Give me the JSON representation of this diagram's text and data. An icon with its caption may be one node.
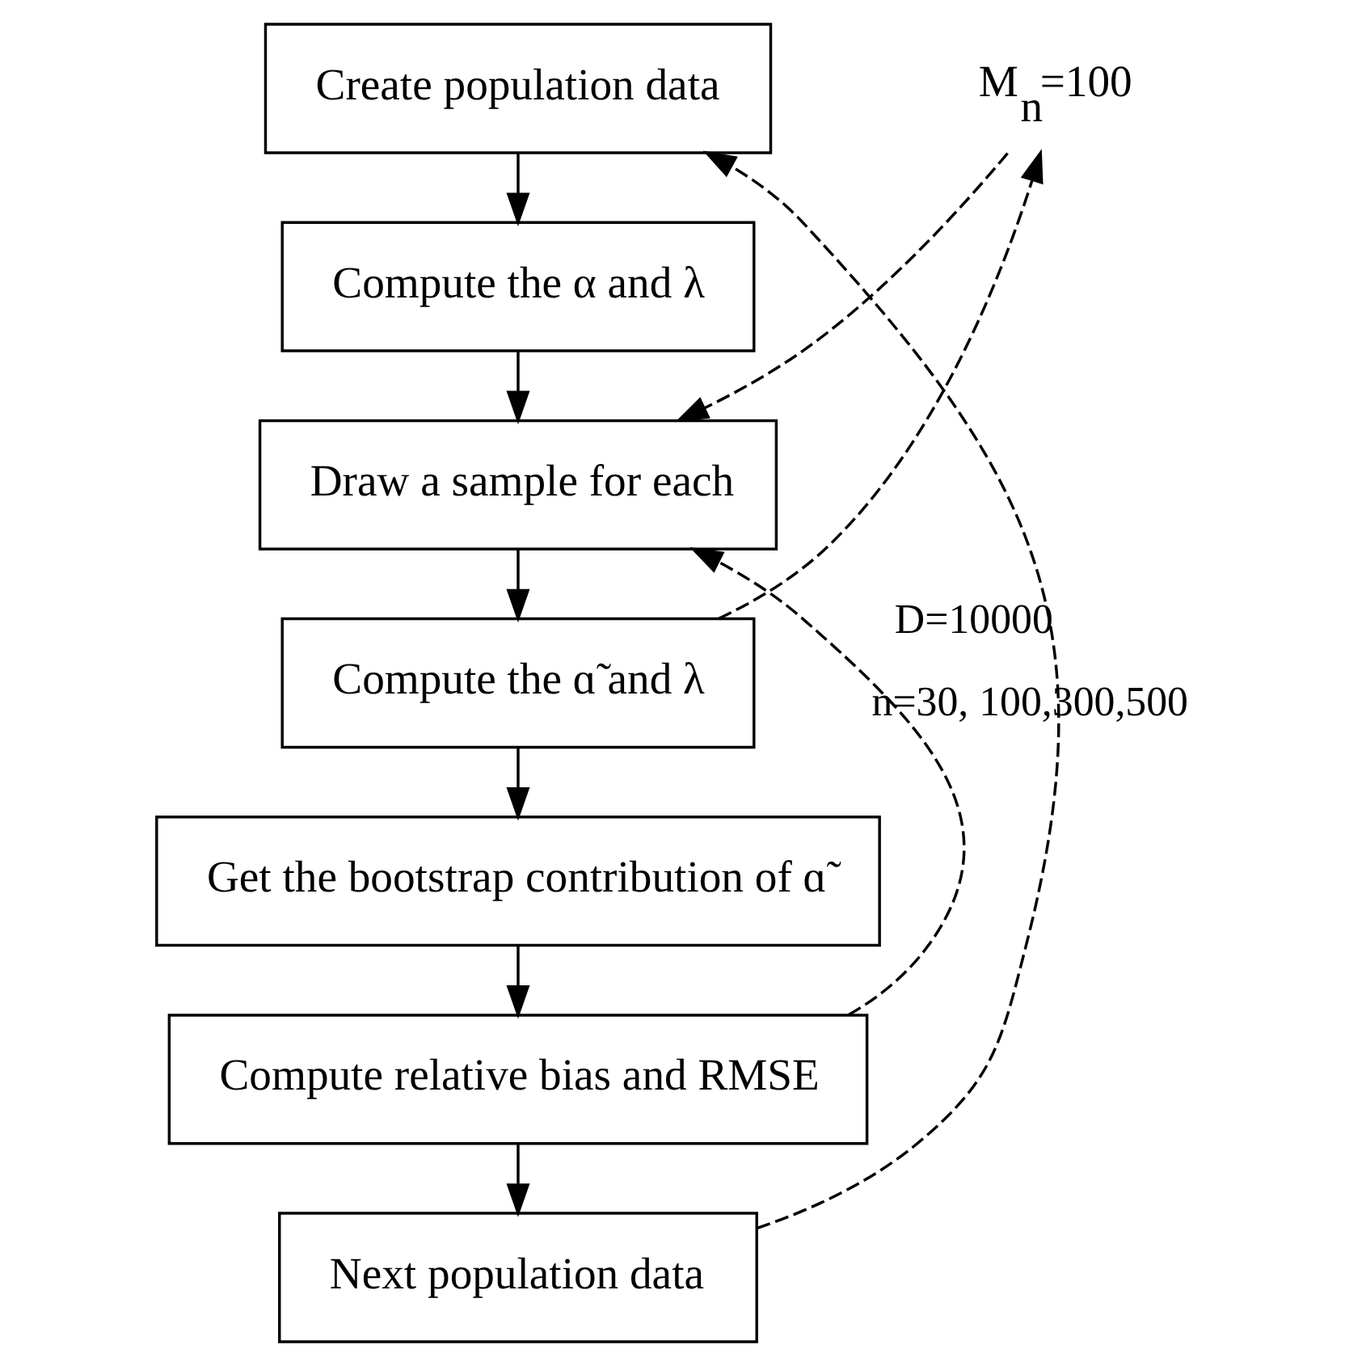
{
  "diagram": {
    "nodes": [
      {
        "text": [
          "Create population data"
        ]
      },
      {
        "text": [
          "Compute the α and λ"
        ]
      },
      {
        "text": [
          "Draw a sample for each"
        ]
      },
      {
        "text": [
          "Compute the ɑ̃ and λ"
        ]
      },
      {
        "text": [
          "Get the bootstrap contribution of ɑ̃"
        ]
      },
      {
        "text": [
          "Compute relative bias and RMSE"
        ]
      },
      {
        "text": [
          "Next population data"
        ]
      },
      {
        "text": [
          "M$_{n}$=100"
        ]
      }
    ],
    "edges": [
      {
        "from": 0,
        "to": 1,
        "arrow": "to"
      },
      {
        "from": 1,
        "to": 2,
        "arrow": "to"
      },
      {
        "from": 2,
        "to": 3,
        "arrow": "to"
      },
      {
        "from": 3,
        "to": 4,
        "arrow": "to"
      },
      {
        "from": 4,
        "to": 5,
        "arrow": "to"
      },
      {
        "from": 5,
        "to": 6,
        "arrow": "to"
      },
      {
        "from": 3,
        "to": 7,
        "arrow": "to",
        "style": "dashed"
      },
      {
        "from": 7,
        "to": 2,
        "arrow": "to",
        "style": "dashed"
      },
      {
        "from": 5,
        "to": 2,
        "arrow": "to",
        "style": "dashed",
        "label": "n=30, 100,300,500"
      },
      {
        "from": 6,
        "to": 0,
        "arrow": "to",
        "style": "dashed",
        "label": "D=10000"
      }
    ]
  }
}
